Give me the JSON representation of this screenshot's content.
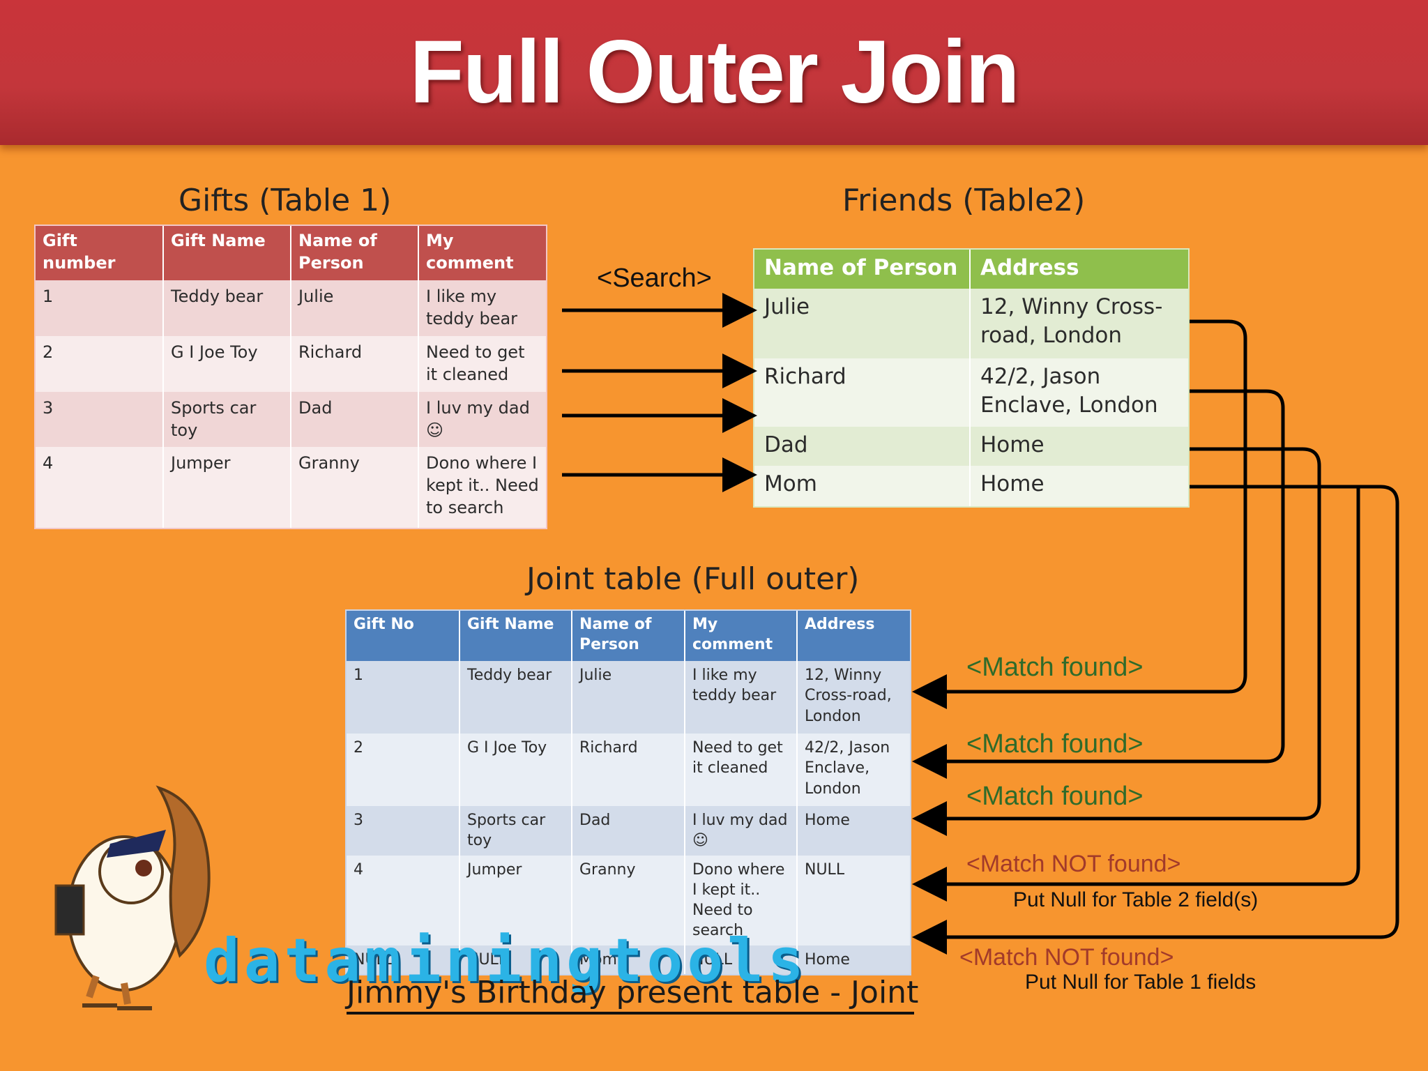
{
  "title": "Full Outer Join",
  "gifts": {
    "caption": "Gifts (Table 1)",
    "headers": [
      "Gift number",
      "Gift Name",
      "Name of Person",
      "My comment"
    ],
    "rows": [
      [
        "1",
        "Teddy bear",
        "Julie",
        "I like my teddy bear"
      ],
      [
        "2",
        "G I Joe Toy",
        "Richard",
        "Need to get it cleaned"
      ],
      [
        "3",
        "Sports car toy",
        "Dad",
        "I luv my dad ☺"
      ],
      [
        "4",
        "Jumper",
        "Granny",
        "Dono where I kept it.. Need to search"
      ]
    ]
  },
  "friends": {
    "caption": "Friends (Table2)",
    "headers": [
      "Name of Person",
      "Address"
    ],
    "rows": [
      [
        "Julie",
        "12, Winny Cross-road, London"
      ],
      [
        "Richard",
        "42/2, Jason Enclave, London"
      ],
      [
        "Dad",
        "Home"
      ],
      [
        "Mom",
        "Home"
      ]
    ]
  },
  "search_label": "<Search>",
  "joint": {
    "caption": "Joint table (Full outer)",
    "headers": [
      "Gift No",
      "Gift Name",
      "Name of Person",
      "My comment",
      "Address"
    ],
    "rows": [
      [
        "1",
        "Teddy bear",
        "Julie",
        "I like my teddy bear",
        "12, Winny Cross-road, London"
      ],
      [
        "2",
        "G I Joe Toy",
        "Richard",
        "Need to get it cleaned",
        "42/2, Jason Enclave, London"
      ],
      [
        "3",
        "Sports car toy",
        "Dad",
        "I luv my dad ☺",
        "Home"
      ],
      [
        "4",
        "Jumper",
        "Granny",
        "Dono where I kept it.. Need to search",
        "NULL"
      ],
      [
        "NULL",
        "NULL",
        "Mom",
        "NULL",
        "Home"
      ]
    ]
  },
  "annotations": {
    "match1": "<Match found>",
    "match2": "<Match found>",
    "match3": "<Match found>",
    "nomatch1": "<Match NOT found>",
    "nomatch1_note": "Put Null for Table 2 field(s)",
    "nomatch2": "<Match NOT found>",
    "nomatch2_note": "Put Null for Table 1 fields"
  },
  "watermark": "dataminingtools",
  "footer_caption": "Jimmy's Birthday present table - Joint",
  "colors": {
    "background": "#f7952f",
    "banner": "#c3363b",
    "gifts_header": "#c0504d",
    "friends_header": "#8fbf4c",
    "joint_header": "#4f81bd"
  },
  "mascot_icon": "owl-graduate-icon"
}
